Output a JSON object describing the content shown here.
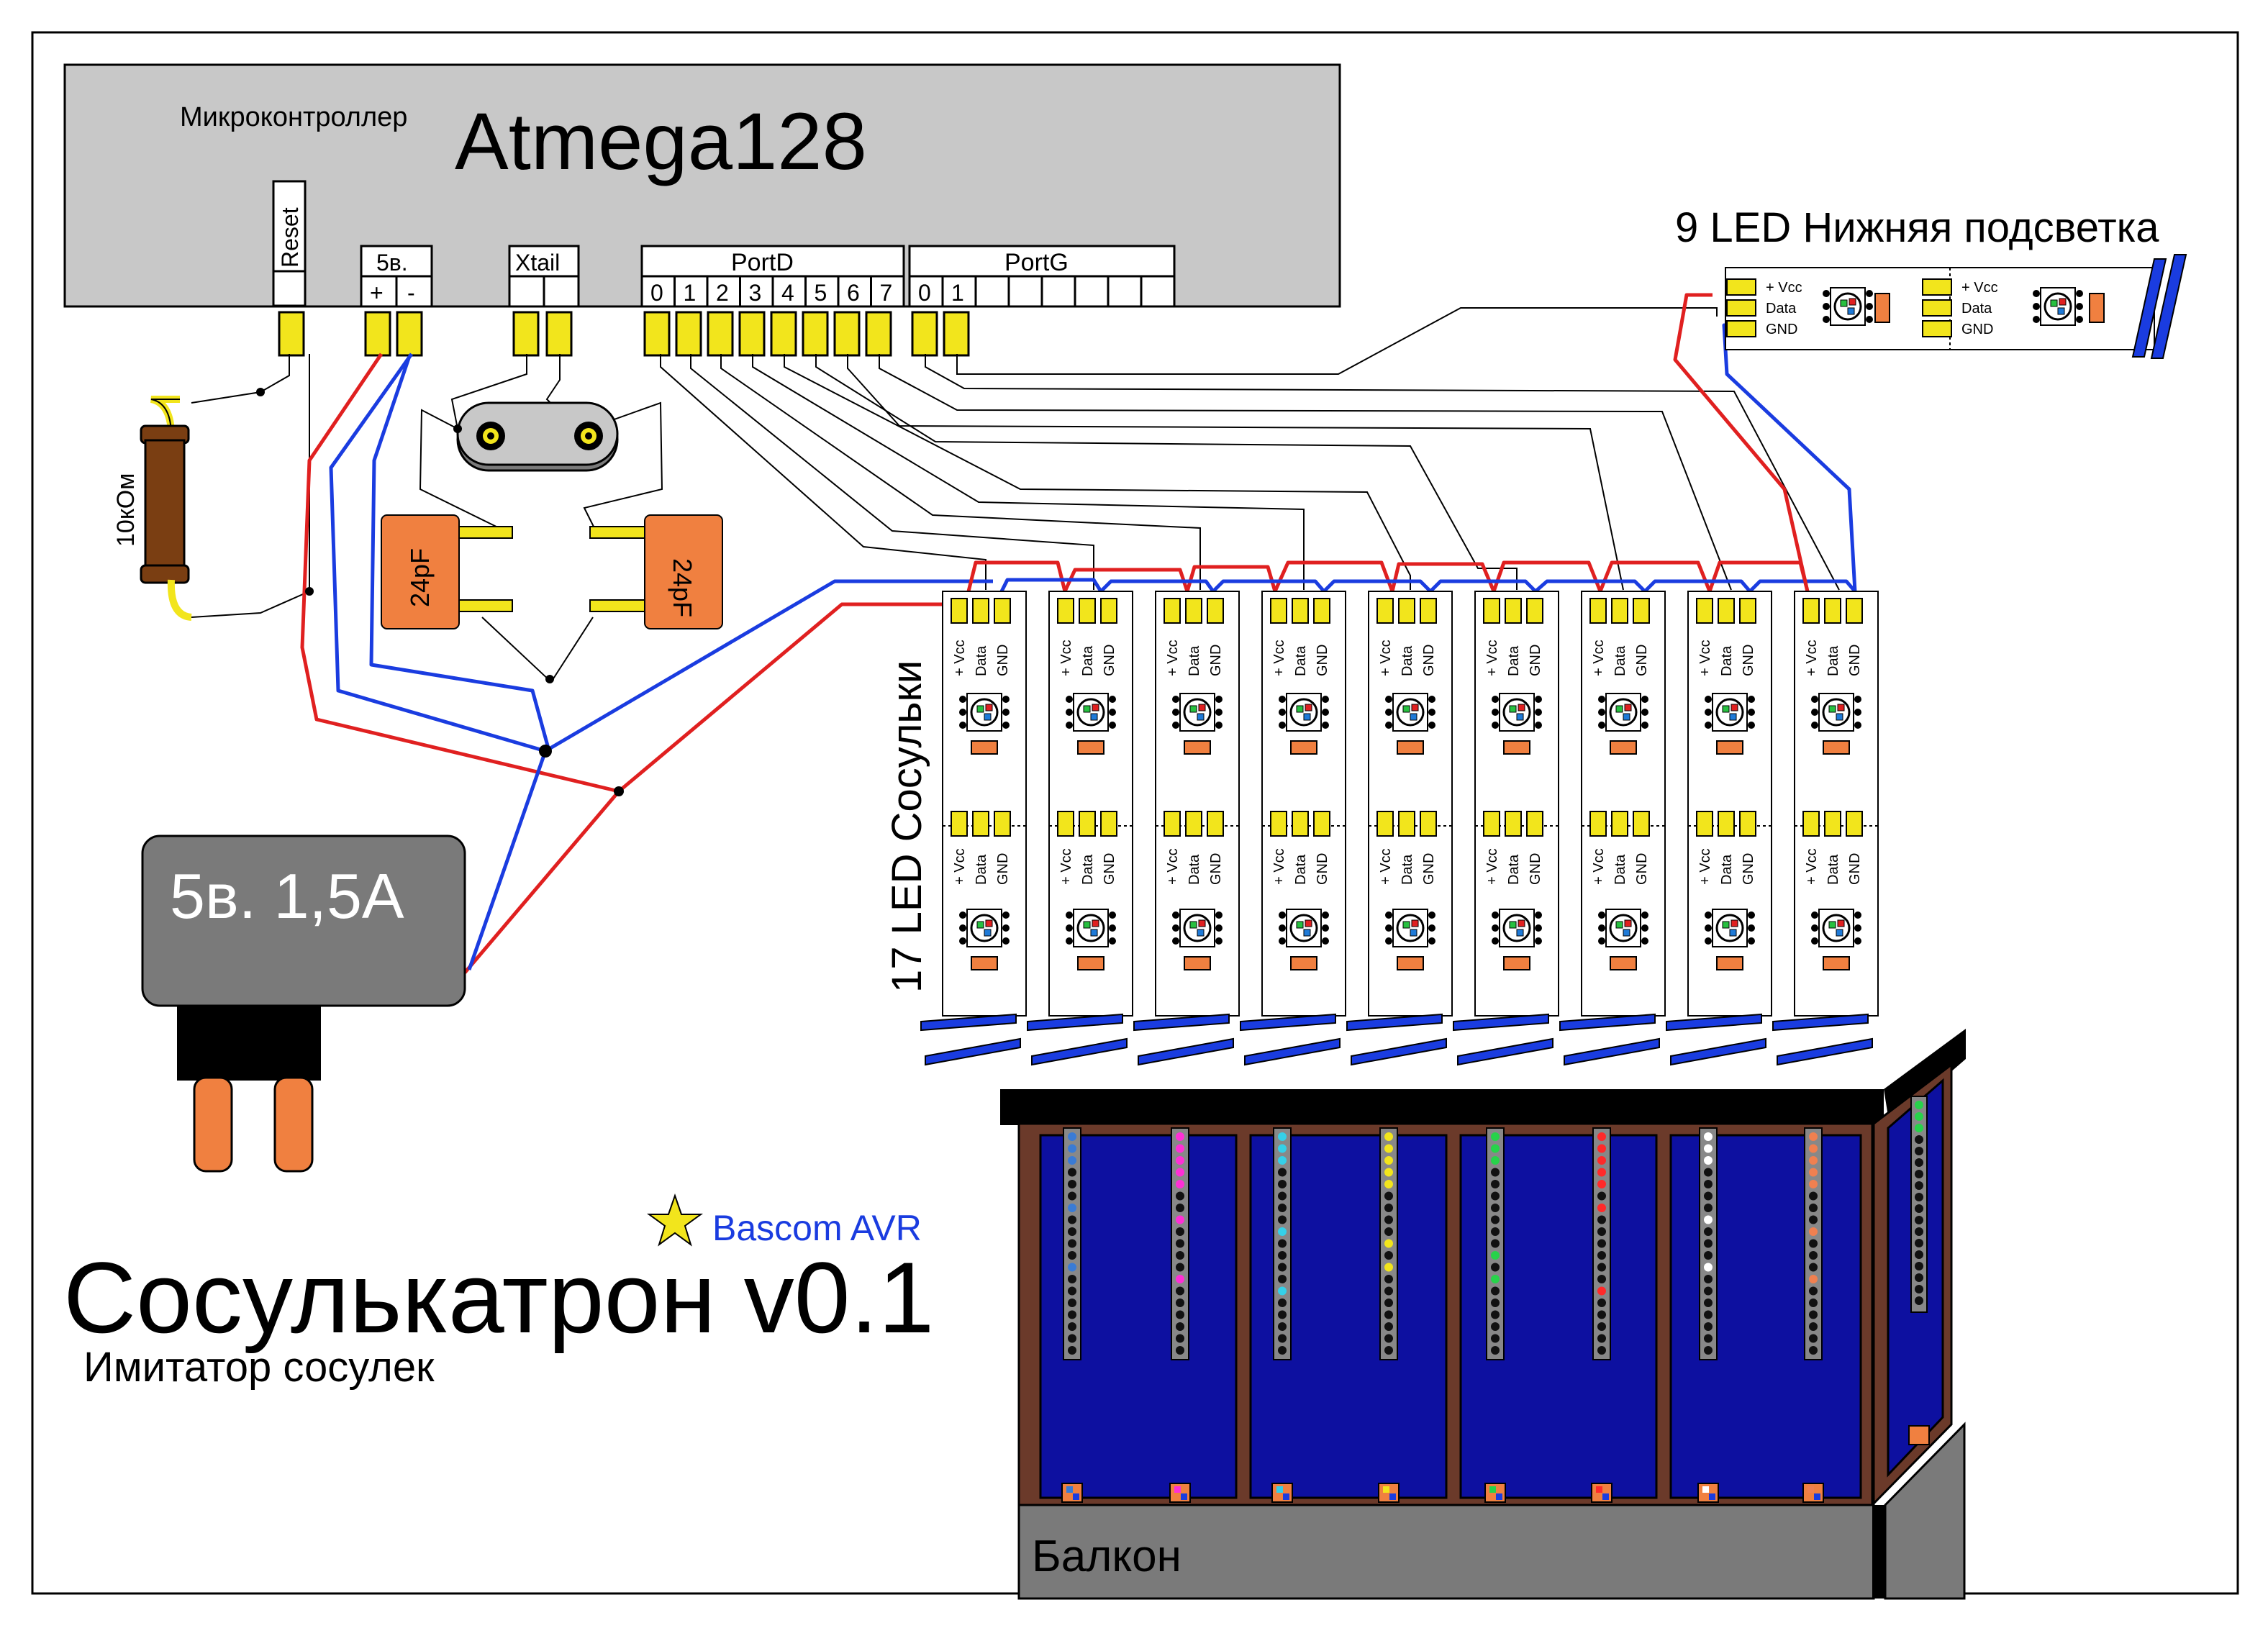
{
  "mcu": {
    "caption": "Микроконтроллер",
    "name": "Atmega128",
    "reset_label": "Reset",
    "power_label": "5в.",
    "plus_label": "+",
    "minus_label": "-",
    "xtal_label": "Xtail",
    "portd_label": "PortD",
    "portg_label": "PortG",
    "portd_pins": [
      "0",
      "1",
      "2",
      "3",
      "4",
      "5",
      "6",
      "7"
    ],
    "portg_pins": [
      "0",
      "1"
    ]
  },
  "resistor": {
    "label": "10кОм"
  },
  "capacitors": [
    "24pF",
    "24pF"
  ],
  "power_supply": {
    "label": "5в. 1,5А"
  },
  "bottom_strip": {
    "title": "9 LED Нижняя подсветка",
    "pins": [
      "+ Vcc",
      "Data",
      "GND"
    ]
  },
  "icicles": {
    "title": "17 LED Сосульки",
    "strip_count": 9,
    "pins": [
      "+ Vcc",
      "Data",
      "GND"
    ]
  },
  "project": {
    "tool": "Bascom AVR",
    "title": "Сосулькатрон v0.1",
    "subtitle": "Имитатор сосулек"
  },
  "balcony": {
    "label": "Балкон",
    "icicle_colors": [
      "#3a7bd5",
      "#ff2fd6",
      "#35d0e8",
      "#f2e51c",
      "#27d34a",
      "#ff2a2a",
      "#ffffff",
      "#f08050",
      "#27d34a"
    ]
  },
  "colors": {
    "mcu_body": "#c8c8c8",
    "pin_yellow": "#f2e51c",
    "wire_red": "#e02020",
    "wire_blue": "#1a3ce0",
    "cap_orange": "#f08040",
    "psu_body": "#7a7a7a",
    "balcony_blue": "#0d10a0",
    "balcony_frame": "#6b3a2a",
    "resistor_brown": "#7a3e12"
  }
}
